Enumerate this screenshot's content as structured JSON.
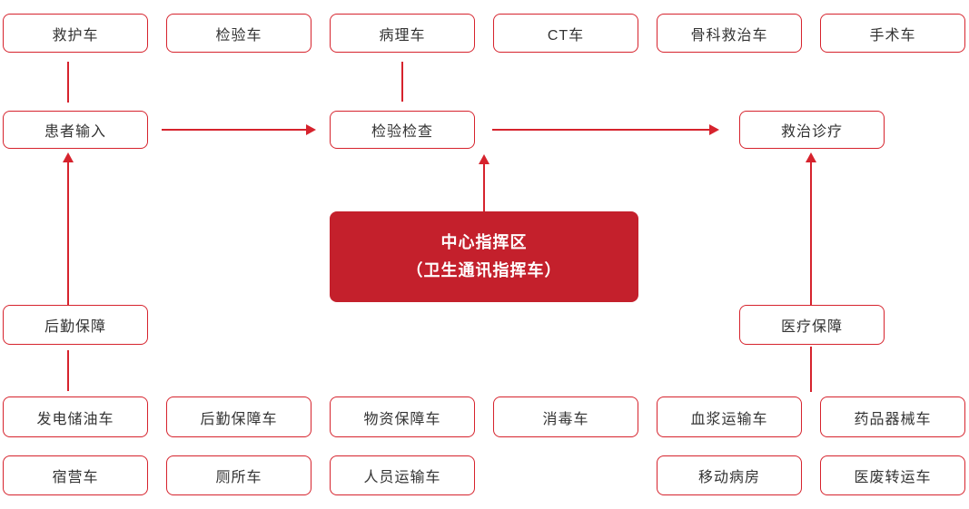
{
  "colors": {
    "accent": "#d6232d",
    "center-fill": "#c4202c",
    "box-text": "#333333",
    "center-text": "#ffffff"
  },
  "nodes": {
    "top_row": [
      {
        "label": "救护车"
      },
      {
        "label": "检验车"
      },
      {
        "label": "病理车"
      },
      {
        "label": "CT车"
      },
      {
        "label": "骨科救治车"
      },
      {
        "label": "手术车"
      }
    ],
    "flow_row": [
      {
        "label": "患者输入"
      },
      {
        "label": "检验检查"
      },
      {
        "label": "救治诊疗"
      }
    ],
    "center": {
      "line1": "中心指挥区",
      "line2": "（卫生通讯指挥车）"
    },
    "support_row": [
      {
        "label": "后勤保障"
      },
      {
        "label": "医疗保障"
      }
    ],
    "vehicle_row1": [
      {
        "label": "发电储油车"
      },
      {
        "label": "后勤保障车"
      },
      {
        "label": "物资保障车"
      },
      {
        "label": "消毒车"
      },
      {
        "label": "血浆运输车"
      },
      {
        "label": "药品器械车"
      }
    ],
    "vehicle_row2": [
      {
        "label": "宿营车"
      },
      {
        "label": "厕所车"
      },
      {
        "label": "人员运输车"
      },
      {
        "label": "移动病房"
      },
      {
        "label": "医废转运车"
      }
    ]
  }
}
